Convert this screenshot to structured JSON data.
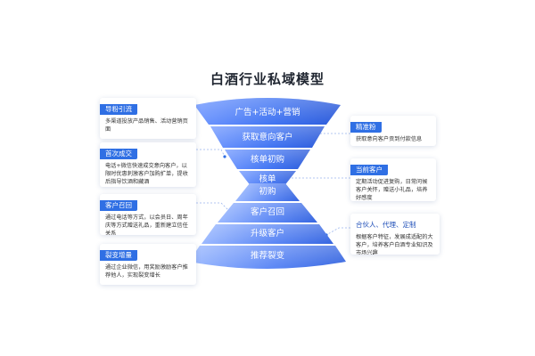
{
  "diagram": {
    "title": "白酒行业私域模型",
    "top_stages": [
      "广告+活动+营销",
      "获取意向客户",
      "核单初购",
      "核单"
    ],
    "bottom_stages": [
      "初购",
      "客户召回",
      "升级客户",
      "推荐裂变"
    ],
    "left_cards": [
      {
        "title": "导粉引流",
        "text": "多渠道投放产品销售、活动营销页面"
      },
      {
        "title": "首次成交",
        "text": "电话+微信快速成交意向客户，以限时优惠刺激客户加购扩单，提收后指导饮酒和藏酒"
      },
      {
        "title": "客户召回",
        "text": "通过电话等方式，以会员日、周年庆等方式赠送礼品，重新建立信任关系"
      },
      {
        "title": "裂变增量",
        "text": "通过企业微信，用奖励激励客户推荐他人，实现裂变增长"
      }
    ],
    "right_cards": [
      {
        "title": "精准粉",
        "text": "获取意向客户贡到付款信息"
      },
      {
        "title": "当前客户",
        "text": "定期活动促进复购，日常问候客户关怀，赠送小礼品，培养好感度"
      },
      {
        "title": "合伙人、代理、定制",
        "text": "根据客户特征，发展成适配的大客户，培养客户白酒专业知识及市场兴趣"
      }
    ],
    "colors": {
      "accent": "#2f6fe4",
      "funnel_light": "#8fb2ff",
      "funnel_dark": "#2d5fe0",
      "connector": "#9ab5ee"
    }
  }
}
